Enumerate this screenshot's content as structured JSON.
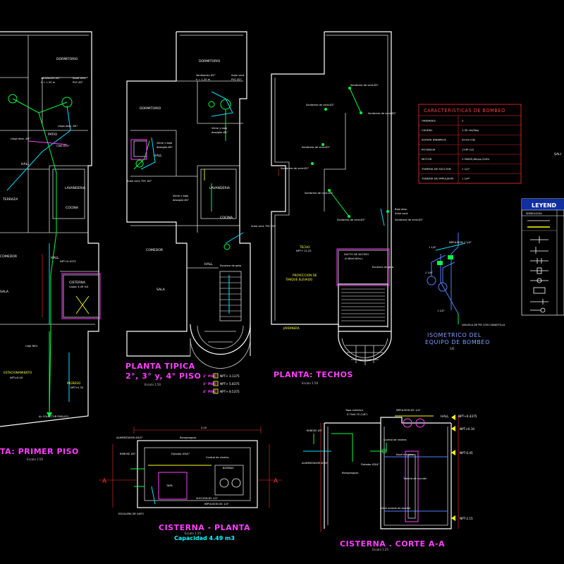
{
  "colors": {
    "background": "#000000",
    "walls": "#ffffff",
    "dimensions": "#ff3030",
    "drain_pipe": "#00ff40",
    "water_pipe": "#00e0ff",
    "titles": "#ff40ff",
    "subtitles": "#00ffff",
    "labels_yellow": "#ffff40",
    "table_header": "#ff4040",
    "legend_header_bg": "#1030a0"
  },
  "plan_primer": {
    "title": "TA: PRIMER PISO",
    "scale": "Escala 1:50",
    "rooms": {
      "dormitorio": "DORMITORIO",
      "patio": "PATIO",
      "hall": "HALL",
      "lavanderia": "LAVANDERIA",
      "cocina": "COCINA",
      "terraza": "TERRAZA",
      "comedor": "COMEDOR",
      "sala": "SALA",
      "estacionamiento": "ESTACIONAMIENTO",
      "ingreso": "INGRESO",
      "cisterna": "CISTERNA"
    },
    "notes": {
      "ventilacion": "Ventilación Ø2\"",
      "ventilacion_h": "h = 1.20 m",
      "sube_vent": "Sube vent.",
      "pvc": "PVC Ø2\"",
      "llega_desc": "Llega desc. Ø4\"",
      "caja": "CAJA Ø24\"",
      "capacidad": "Capac 4.49 m3",
      "npt_est": "NPT±0.00",
      "npt_ing": "NPT+0.30",
      "npt_ing2": "NPT+0.4375",
      "colector": "AL COLECTOR PÚBLICO",
      "caja_reg": "CAJA REG."
    }
  },
  "plan_tipica": {
    "title_line1": "PLANTA TIPICA",
    "title_line2": "2°, 3° y, 4° PISO",
    "scale": "Escala 1:50",
    "rooms": {
      "dormitorio1": "DORMITORIO",
      "dormitorio2": "DORMITORIO",
      "hall": "HALL",
      "lavanderia": "LAVANDERIA",
      "cocina": "COCINA",
      "comedor": "COMEDOR",
      "sala": "SALA",
      "hall2": "HALL"
    },
    "notes": {
      "ventilacion": "Ventilación Ø2\"",
      "ventilacion_h": "h = 1.20 m",
      "sube_vent": "Sube vent.",
      "pvc": "PVC Ø2\"",
      "viene_baja": "Viene y baja",
      "desague": "desagüe Ø4\"",
      "escalera": "Escalera de gato",
      "sube_vent2": "Sube vent. PVC Ø2\""
    },
    "floors": [
      {
        "label": "2° PISO",
        "npt": "NPT+ 3.1375"
      },
      {
        "label": "3° PISO",
        "npt": "NPT+ 5.8375"
      },
      {
        "label": "4° PISO",
        "npt": "NPT+ 8.5375"
      }
    ]
  },
  "plan_techos": {
    "title": "PLANTA: TECHOS",
    "scale": "Escala 1:50",
    "notes": {
      "sombrero": "Sombrero de vent.Ø2\"",
      "techo": "TECHO",
      "npt_techo": "NPT+ 11.25",
      "ducto": "DUCTO DE ACCESO",
      "ducto_dim": "(0.60x0.60m.)",
      "escalera": "Escalera de gato",
      "proyeccion": "PROYECCION DE",
      "tanque": "TANQUE ELEVADO",
      "jardinera": "JARDINERA",
      "baja_desc": "Baja desc.",
      "sube_vent": "Sube vent."
    }
  },
  "bombeo_table": {
    "title": "CARACTERISTICAS DE BOMBEO",
    "rows": [
      {
        "k": "UNIDADES",
        "v": "2"
      },
      {
        "k": "CAUDAL",
        "v": "1.35 Lts/Seg."
      },
      {
        "k": "ALTURA DINAMICA",
        "v": "20.00 mts"
      },
      {
        "k": "POTENCIA",
        "v": "1\"HP C/U"
      },
      {
        "k": "MOTOR",
        "v": "3 FASES,60cps,220V."
      },
      {
        "k": "TUBERIA DE SUCCION",
        "v": "1 1/2\""
      },
      {
        "k": "TUBERIA DE IMPULSION",
        "v": "1 1/4\""
      }
    ]
  },
  "right_edge_label": "SALI",
  "legend": {
    "title": "LEYEND",
    "col_header": "SIMBOLOGIA"
  },
  "isometric": {
    "title_line1": "ISOMETRICO DEL",
    "title_line2": "EQUIPO DE BOMBEO",
    "scale": "S/E",
    "notes": {
      "impulsion": "IMPULSION 1 1/4\"",
      "q14": "1 1/4\"",
      "q12": "1 1/2\"",
      "valvula": "VALVULA DE PIE CON CANASTILLA"
    }
  },
  "cisterna_planta": {
    "title": "CISTERNA - PLANTA",
    "subtitle": "Capacidad 4.49 m3",
    "scale": "Escala 1:25",
    "notes": {
      "dim_220": "2.20",
      "rompeaguas": "Rompeaguas",
      "flotador": "Flotador Ø3/4\"",
      "control": "Control de niveles",
      "bombas": "BOMBAS",
      "rebose": "REBOSE Ø3\"",
      "tapa": "TAPA",
      "succion": "SUCCION Ø1 1/2\"",
      "impulsion": "IMPULSION Ø1 1/4\"",
      "alimentador": "ALIMENTADOR Ø3/4\"",
      "escalera": "ESCALERA DE GATO",
      "marker_a": "A"
    }
  },
  "cisterna_corte": {
    "title": "CISTERNA . CORTE A-A",
    "scale": "Escala 1:25",
    "notes": {
      "tapa": "Tapa metálica",
      "tapa_dim": "0.70x0.70 (1/8\")",
      "impulsion": "IMPULSION Ø1 1/4\"",
      "hall": "HALL",
      "npt1": "NPT+0.4375",
      "npt2": "NPT+0.10",
      "npt3": "NPT-0.45",
      "npt4": "NPT-2.15",
      "rebose": "REBOSE Ø3\"",
      "flotador": "Flotador Ø3/4\"",
      "rompeaguas": "Rompeaguas",
      "nivel_max": "Nivel máximo",
      "nivel_bomba": "Nivel parada de bomba",
      "alimentador": "ALIMENTADOR Ø3/4\"",
      "control": "Control de niveles",
      "tuberia": "Tubería de succión"
    }
  }
}
